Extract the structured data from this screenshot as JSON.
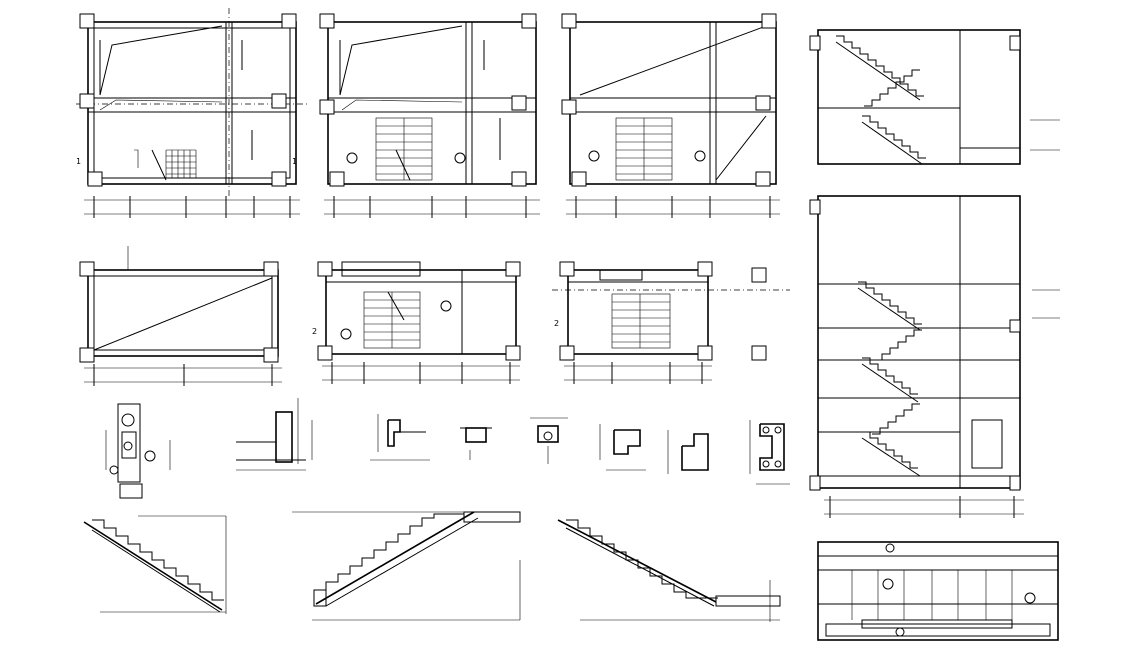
{
  "labels": {
    "plan1_left": "1",
    "plan1_right": "1",
    "detail_caption": "",
    "mark_a": "2",
    "mark_b": "2"
  }
}
